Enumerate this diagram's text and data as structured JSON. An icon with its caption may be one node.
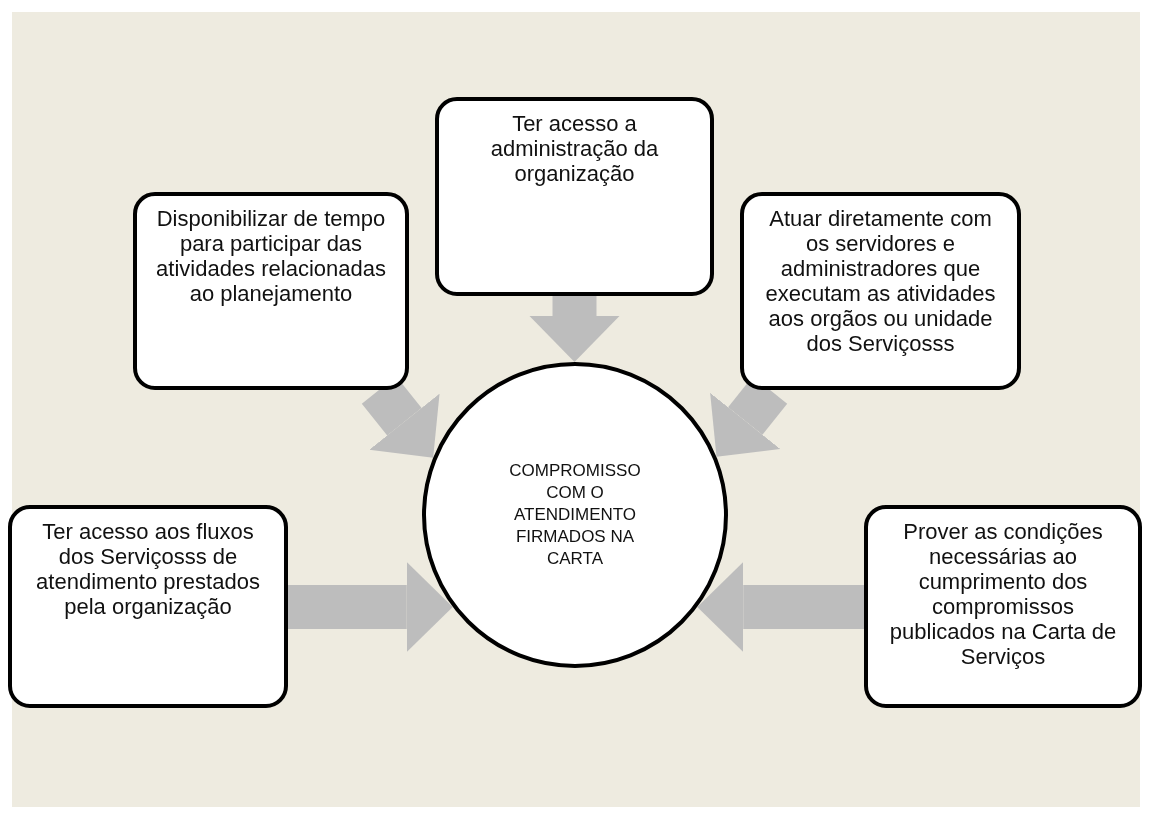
{
  "diagram": {
    "nodes": [
      {
        "text": [
          "Ter acesso aos fluxos dos Serviçosss de atendimento prestados pela organização"
        ]
      },
      {
        "text": [
          "Disponibilizar de tempo para participar das atividades relacionadas ao planejamento"
        ]
      },
      {
        "text": [
          "Ter acesso a administração da organização"
        ]
      },
      {
        "text": [
          "Atuar diretamente com os servidores e administradores que executam as atividades aos orgãos ou unidade dos Serviçosss"
        ]
      },
      {
        "text": [
          "Prover as condições necessárias ao cumprimento dos compromissos publicados na Carta de Serviços"
        ]
      },
      {
        "text": [
          "COMPROMISSO COM O ATENDIMENTO FIRMADOS NA CARTA"
        ]
      }
    ],
    "edges": [
      {
        "from": 0,
        "to": 5,
        "arrow": "to"
      },
      {
        "from": 1,
        "to": 5,
        "arrow": "to"
      },
      {
        "from": 2,
        "to": 5,
        "arrow": "to"
      },
      {
        "from": 3,
        "to": 5,
        "arrow": "to"
      },
      {
        "from": 4,
        "to": 5,
        "arrow": "to"
      }
    ]
  }
}
